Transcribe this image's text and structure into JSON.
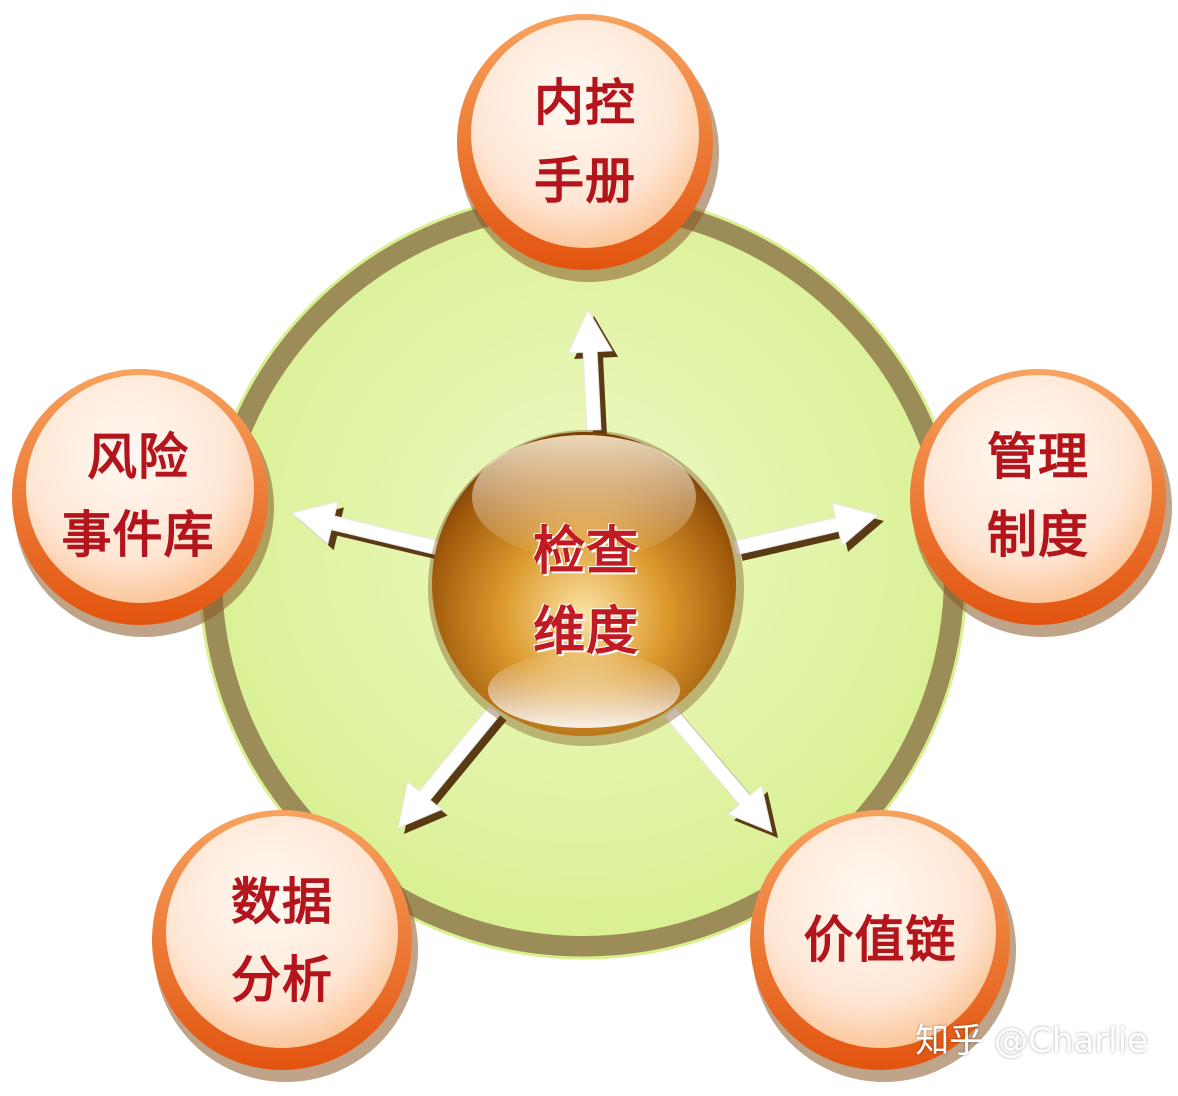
{
  "center": {
    "line1": "检查",
    "line2": "维度"
  },
  "nodes": [
    {
      "id": "internal-control-manual",
      "line1": "内控",
      "line2": "手册"
    },
    {
      "id": "management-system",
      "line1": "管理",
      "line2": "制度"
    },
    {
      "id": "value-chain",
      "line1": "价值链",
      "line2": ""
    },
    {
      "id": "data-analysis",
      "line1": "数据",
      "line2": "分析"
    },
    {
      "id": "risk-event-library",
      "line1": "风险",
      "line2": "事件库"
    }
  ],
  "watermark": "知乎 @Charlie",
  "colors": {
    "ring_fill": "#e2f5a6",
    "ring_border": "#a99a62",
    "node_outer": "#e8671e",
    "node_inner": "#ffe3cf",
    "center_sphere": "#c97a14",
    "label_text": "#b4141c"
  }
}
